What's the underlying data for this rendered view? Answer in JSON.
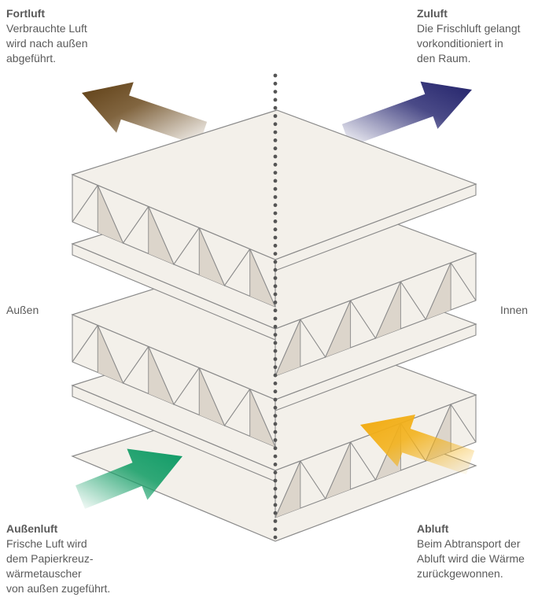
{
  "labels": {
    "fortluft": {
      "title": "Fortluft",
      "text": "Verbrauchte Luft\nwird nach außen\nabgeführt."
    },
    "zuluft": {
      "title": "Zuluft",
      "text": "Die Frischluft gelangt\nvorkonditioniert in\nden Raum."
    },
    "aussenluft": {
      "title": "Außenluft",
      "text": "Frische Luft wird\ndem Papierkreuz-\nwärmetauscher\nvon außen zugeführt."
    },
    "abluft": {
      "title": "Abluft",
      "text": "Beim Abtransport der\nAbluft wird die Wärme\nzurückgewonnen."
    }
  },
  "sides": {
    "left": "Außen",
    "right": "Innen"
  },
  "colors": {
    "fortluft": "#6b4a1e",
    "zuluft": "#2a2a72",
    "aussenluft": "#1aa06a",
    "abluft": "#f3b21c",
    "plate_fill": "#f3f0ea",
    "plate_stroke": "#8a8a8a",
    "fold_shade": "#dcd5cb",
    "axis_dots": "#555555"
  }
}
